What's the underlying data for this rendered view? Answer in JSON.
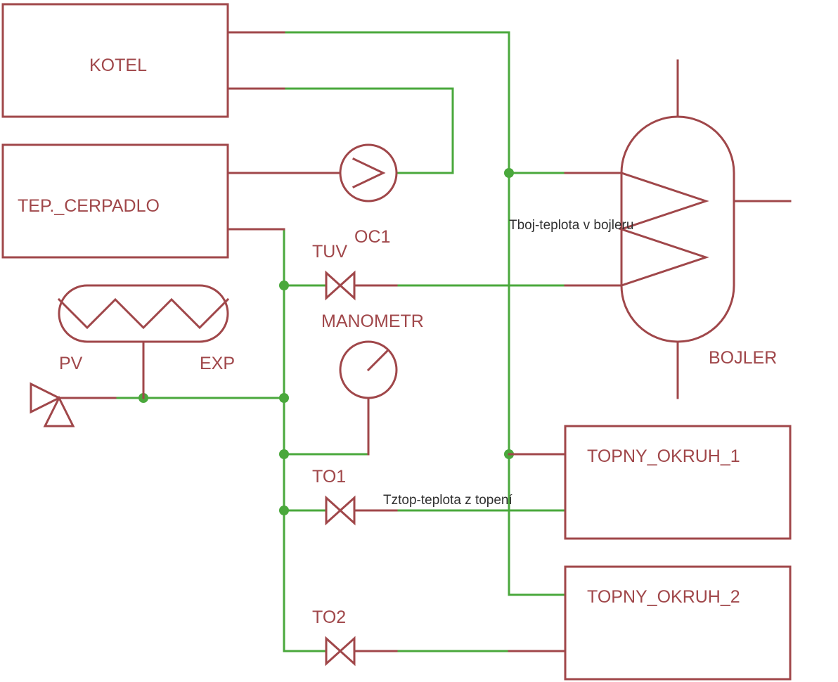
{
  "labels": {
    "kotel": "KOTEL",
    "tep_cerpadlo": "TEP._CERPADLO",
    "oc1": "OC1",
    "tuv": "TUV",
    "manometr": "MANOMETR",
    "pv": "PV",
    "exp": "EXP",
    "bojler": "BOJLER",
    "to1": "TO1",
    "to2": "TO2",
    "topny_okruh_1": "TOPNY_OKRUH_1",
    "topny_okruh_2": "TOPNY_OKRUH_2"
  },
  "notes": {
    "tboj": "Tboj-teplota v bojleru",
    "tztop": "Tztop-teplota z topení"
  },
  "colors": {
    "part": "#a0474a",
    "wire": "#4aa83c",
    "note": "#303030"
  }
}
